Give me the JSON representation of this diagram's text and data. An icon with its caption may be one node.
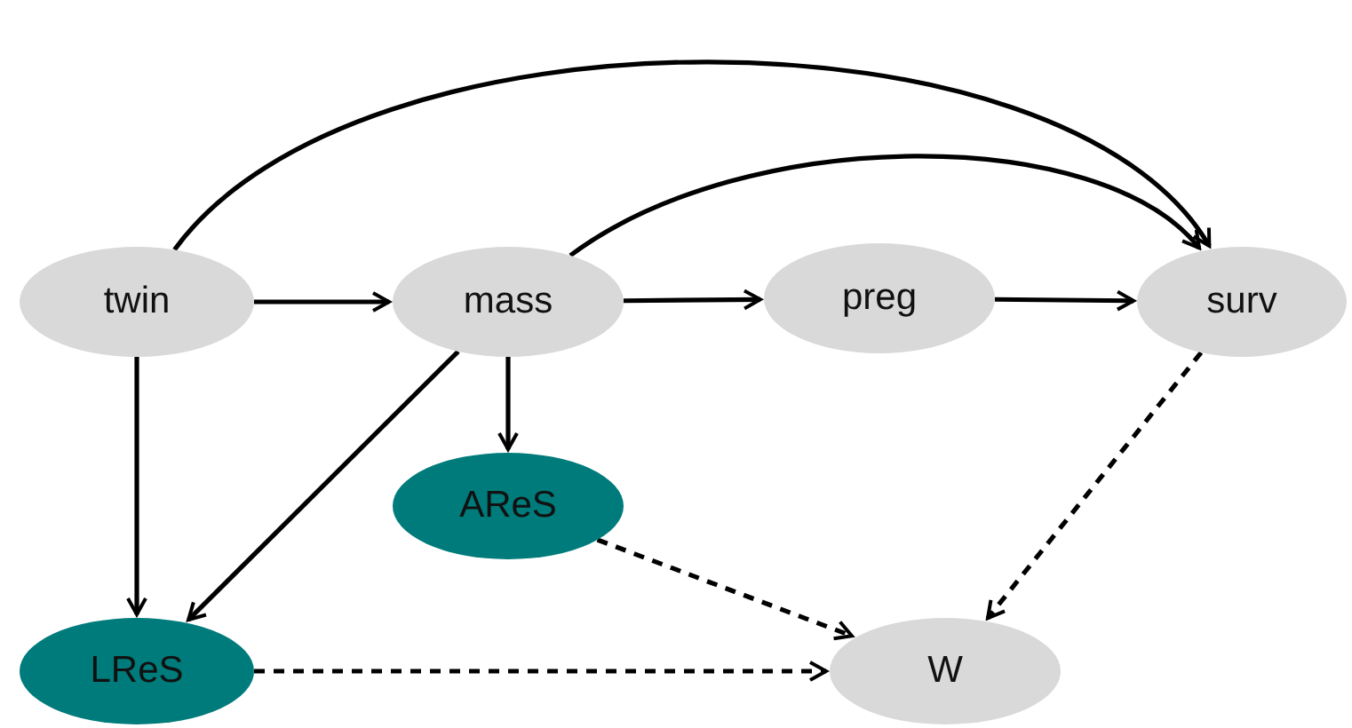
{
  "diagram": {
    "nodes": [
      {
        "text": [
          "twin"
        ]
      },
      {
        "text": [
          "mass"
        ]
      },
      {
        "text": [
          "preg"
        ]
      },
      {
        "text": [
          "surv"
        ]
      },
      {
        "text": [
          "AReS"
        ]
      },
      {
        "text": [
          "LReS"
        ]
      },
      {
        "text": [
          "W"
        ]
      }
    ],
    "edges": [
      {
        "from": 0,
        "to": 1,
        "arrow": "to"
      },
      {
        "from": 1,
        "to": 2,
        "arrow": "to"
      },
      {
        "from": 2,
        "to": 3,
        "arrow": "to"
      },
      {
        "from": 0,
        "to": 3,
        "arrow": "to"
      },
      {
        "from": 1,
        "to": 3,
        "arrow": "to"
      },
      {
        "from": 0,
        "to": 5,
        "arrow": "to"
      },
      {
        "from": 1,
        "to": 5,
        "arrow": "to"
      },
      {
        "from": 1,
        "to": 4,
        "arrow": "to"
      },
      {
        "from": 4,
        "to": 6,
        "arrow": "to",
        "style": "dashed"
      },
      {
        "from": 5,
        "to": 6,
        "arrow": "to",
        "style": "dashed"
      },
      {
        "from": 3,
        "to": 6,
        "arrow": "to",
        "style": "dashed"
      }
    ]
  }
}
